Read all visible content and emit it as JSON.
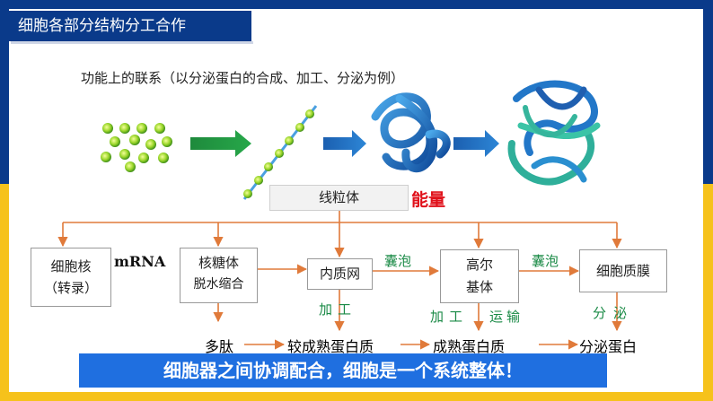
{
  "header": {
    "title": "细胞各部分结构分工合作"
  },
  "subtitle": "功能上的联系（以分泌蛋白的合成、加工、分泌为例）",
  "mitochondria": {
    "label": "线粒体",
    "energy_label": "能量"
  },
  "organelles": {
    "nucleus": {
      "line1": "细胞核",
      "line2": "（转录）"
    },
    "ribosome": {
      "line1": "核糖体",
      "line2": "脱水缩合"
    },
    "er": {
      "label": "内质网"
    },
    "golgi": {
      "line1": "高尔",
      "line2": "基体"
    },
    "membrane": {
      "label": "细胞质膜"
    }
  },
  "flow_labels": {
    "mrna": "mRNA",
    "vesicle_1": "囊泡",
    "vesicle_2": "囊泡",
    "process_er": "加工",
    "process_golgi": "加工",
    "transport": "运输",
    "secrete": "分泌"
  },
  "products": {
    "polypeptide": "多肽",
    "immature": "较成熟蛋白质",
    "mature": "成熟蛋白质",
    "secreted": "分泌蛋白"
  },
  "banner": "细胞器之间协调配合，细胞是一个系统整体！",
  "colors": {
    "frame": "#0a3a8a",
    "accent_yellow": "#f6c21b",
    "arrow_orange": "#e07a3a",
    "green_text": "#1a8a46",
    "energy_red": "#e0101a",
    "banner_blue": "#1f6fe0"
  }
}
